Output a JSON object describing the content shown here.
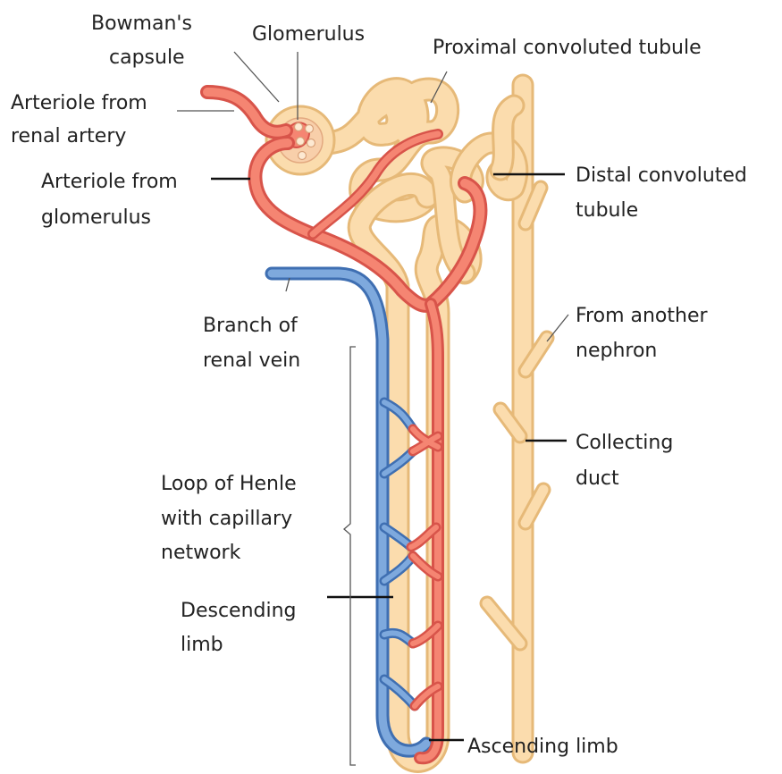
{
  "labels": {
    "bowmans_capsule": [
      "Bowman's",
      "capsule"
    ],
    "glomerulus": [
      "Glomerulus"
    ],
    "proximal_tubule": [
      "Proximal convoluted tubule"
    ],
    "arteriole_renal": [
      "Arteriole from",
      "renal artery"
    ],
    "arteriole_glomerulus": [
      "Arteriole from",
      "glomerulus"
    ],
    "distal_tubule": [
      "Distal convoluted",
      "tubule"
    ],
    "renal_vein": [
      "Branch of",
      "renal vein"
    ],
    "another_nephron": [
      "From another",
      "nephron"
    ],
    "collecting_duct": [
      "Collecting",
      "duct"
    ],
    "loop_of_henle": [
      "Loop of Henle",
      "with capillary",
      "network"
    ],
    "descending_limb": [
      "Descending",
      "limb"
    ],
    "ascending_limb": [
      "Ascending limb"
    ]
  },
  "colors": {
    "tubule": "#fbdcad",
    "tubule_outline": "#e6b978",
    "arteriole": "#f58572",
    "arteriole_outline": "#d8544a",
    "vein": "#7ea9dd",
    "vein_outline": "#3f6fb2"
  }
}
